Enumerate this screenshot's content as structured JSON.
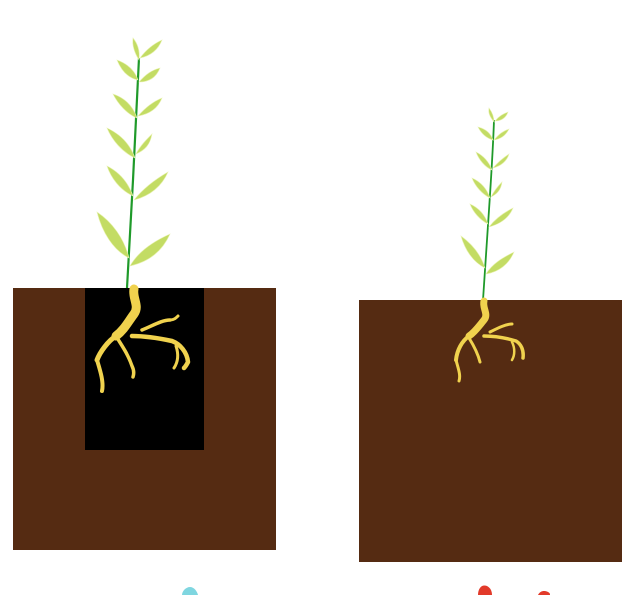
{
  "colors": {
    "background": "#ffffff",
    "soil": "#552b12",
    "hole": "#000000",
    "stem": "#1f9a2a",
    "leaf": "#c3dc64",
    "leaf_vein": "#e8f2b0",
    "root": "#f0d24e",
    "marker_left": "#7fd6e0",
    "marker_right": "#e23a2a"
  },
  "panels": [
    {
      "id": "left",
      "soil_color": "#552b12",
      "has_hole": true,
      "plant": "larger-seedling",
      "marker_color": "#7fd6e0"
    },
    {
      "id": "right",
      "soil_color": "#552b12",
      "has_hole": false,
      "plant": "smaller-seedling",
      "marker_color": "#e23a2a"
    }
  ]
}
